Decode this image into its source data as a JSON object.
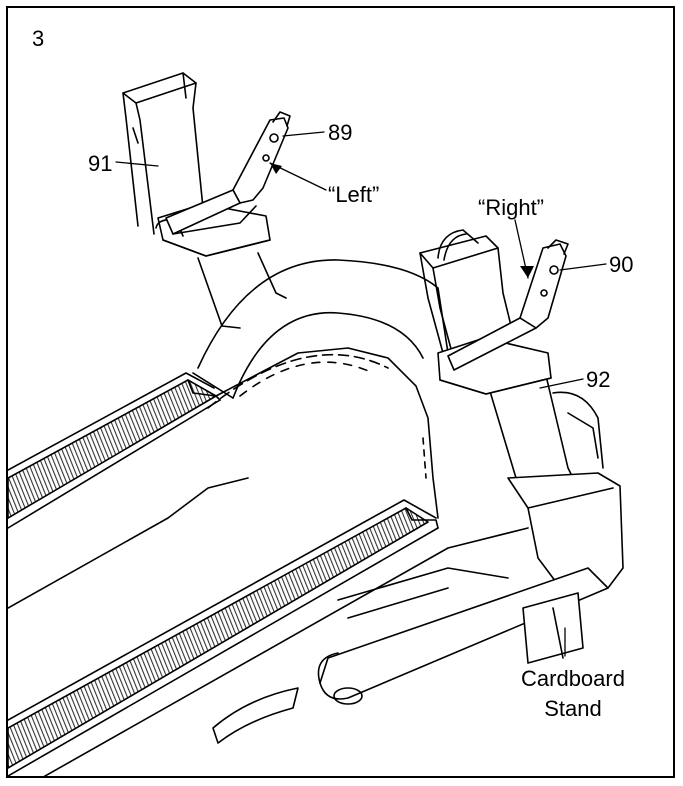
{
  "step_number": "3",
  "callouts": {
    "part_89": "89",
    "part_90": "90",
    "part_91": "91",
    "part_92": "92",
    "left_label": "“Left”",
    "right_label": "“Right”",
    "cardboard_line1": "Cardboard",
    "cardboard_line2": "Stand"
  },
  "colors": {
    "line": "#000000",
    "background": "#ffffff",
    "belt_hatch": "#555555"
  }
}
